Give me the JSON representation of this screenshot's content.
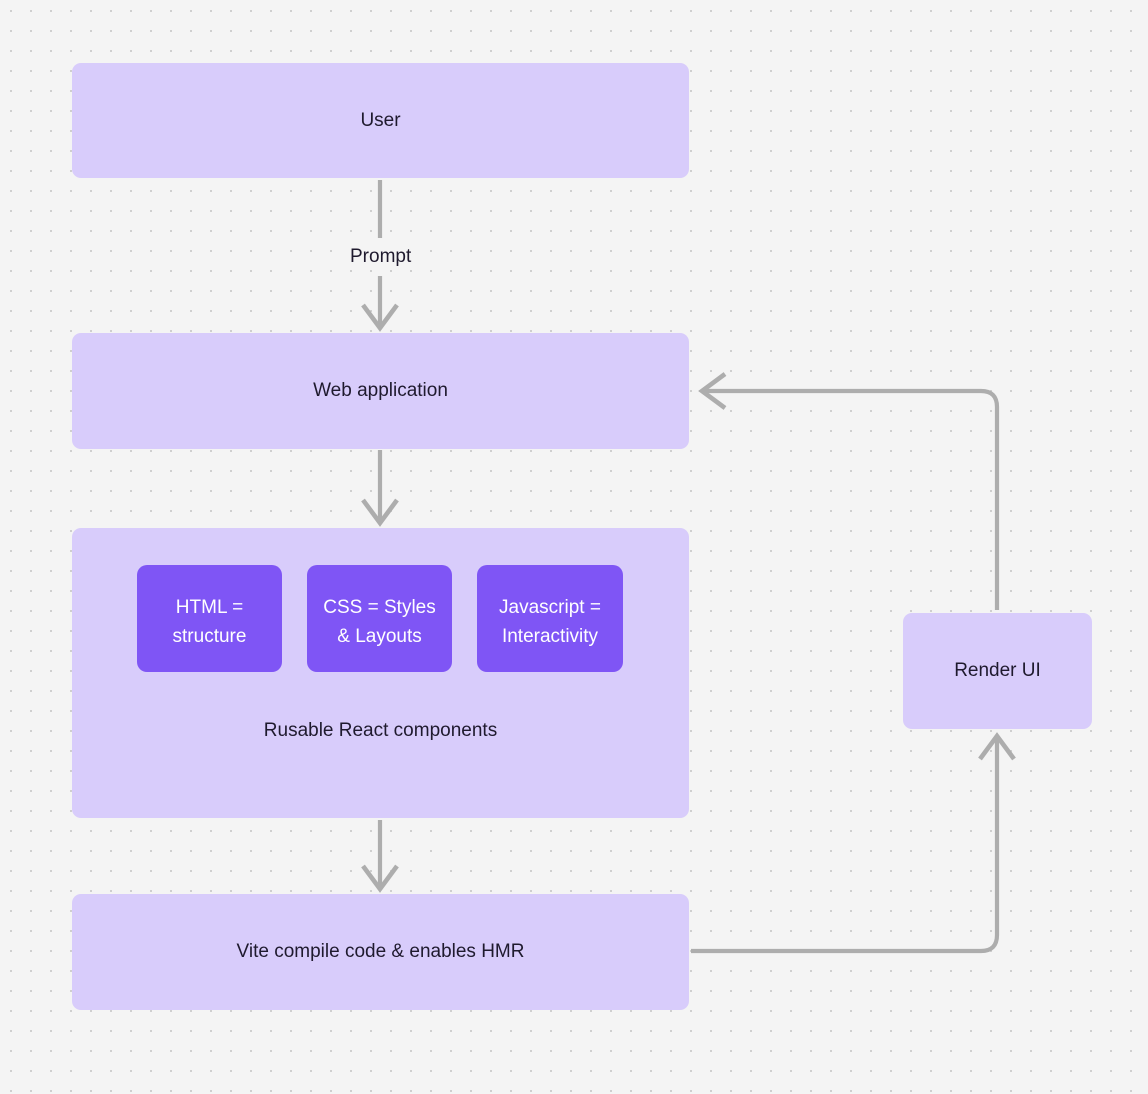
{
  "diagram": {
    "type": "flowchart",
    "background": "#f4f4f4",
    "grid": "dotted",
    "node_fill": "#d8ccfb",
    "node_accent_fill": "#7f55f5",
    "edge_color": "#adadad",
    "text_color": "#1f1a2e",
    "nodes": {
      "user": {
        "label": "User"
      },
      "web_application": {
        "label": "Web application"
      },
      "components": {
        "caption": "Rusable React components",
        "items": [
          {
            "label": "HTML =\nstructure"
          },
          {
            "label": "CSS = Styles\n& Layouts"
          },
          {
            "label": "Javascript =\nInteractivity"
          }
        ]
      },
      "vite": {
        "label": "Vite compile code & enables HMR"
      },
      "render_ui": {
        "label": "Render UI"
      }
    },
    "edges": [
      {
        "from": "user",
        "to": "web_application",
        "label": "Prompt"
      },
      {
        "from": "web_application",
        "to": "components",
        "label": ""
      },
      {
        "from": "components",
        "to": "vite",
        "label": ""
      },
      {
        "from": "vite",
        "to": "render_ui",
        "label": ""
      },
      {
        "from": "render_ui",
        "to": "web_application",
        "label": ""
      }
    ]
  }
}
